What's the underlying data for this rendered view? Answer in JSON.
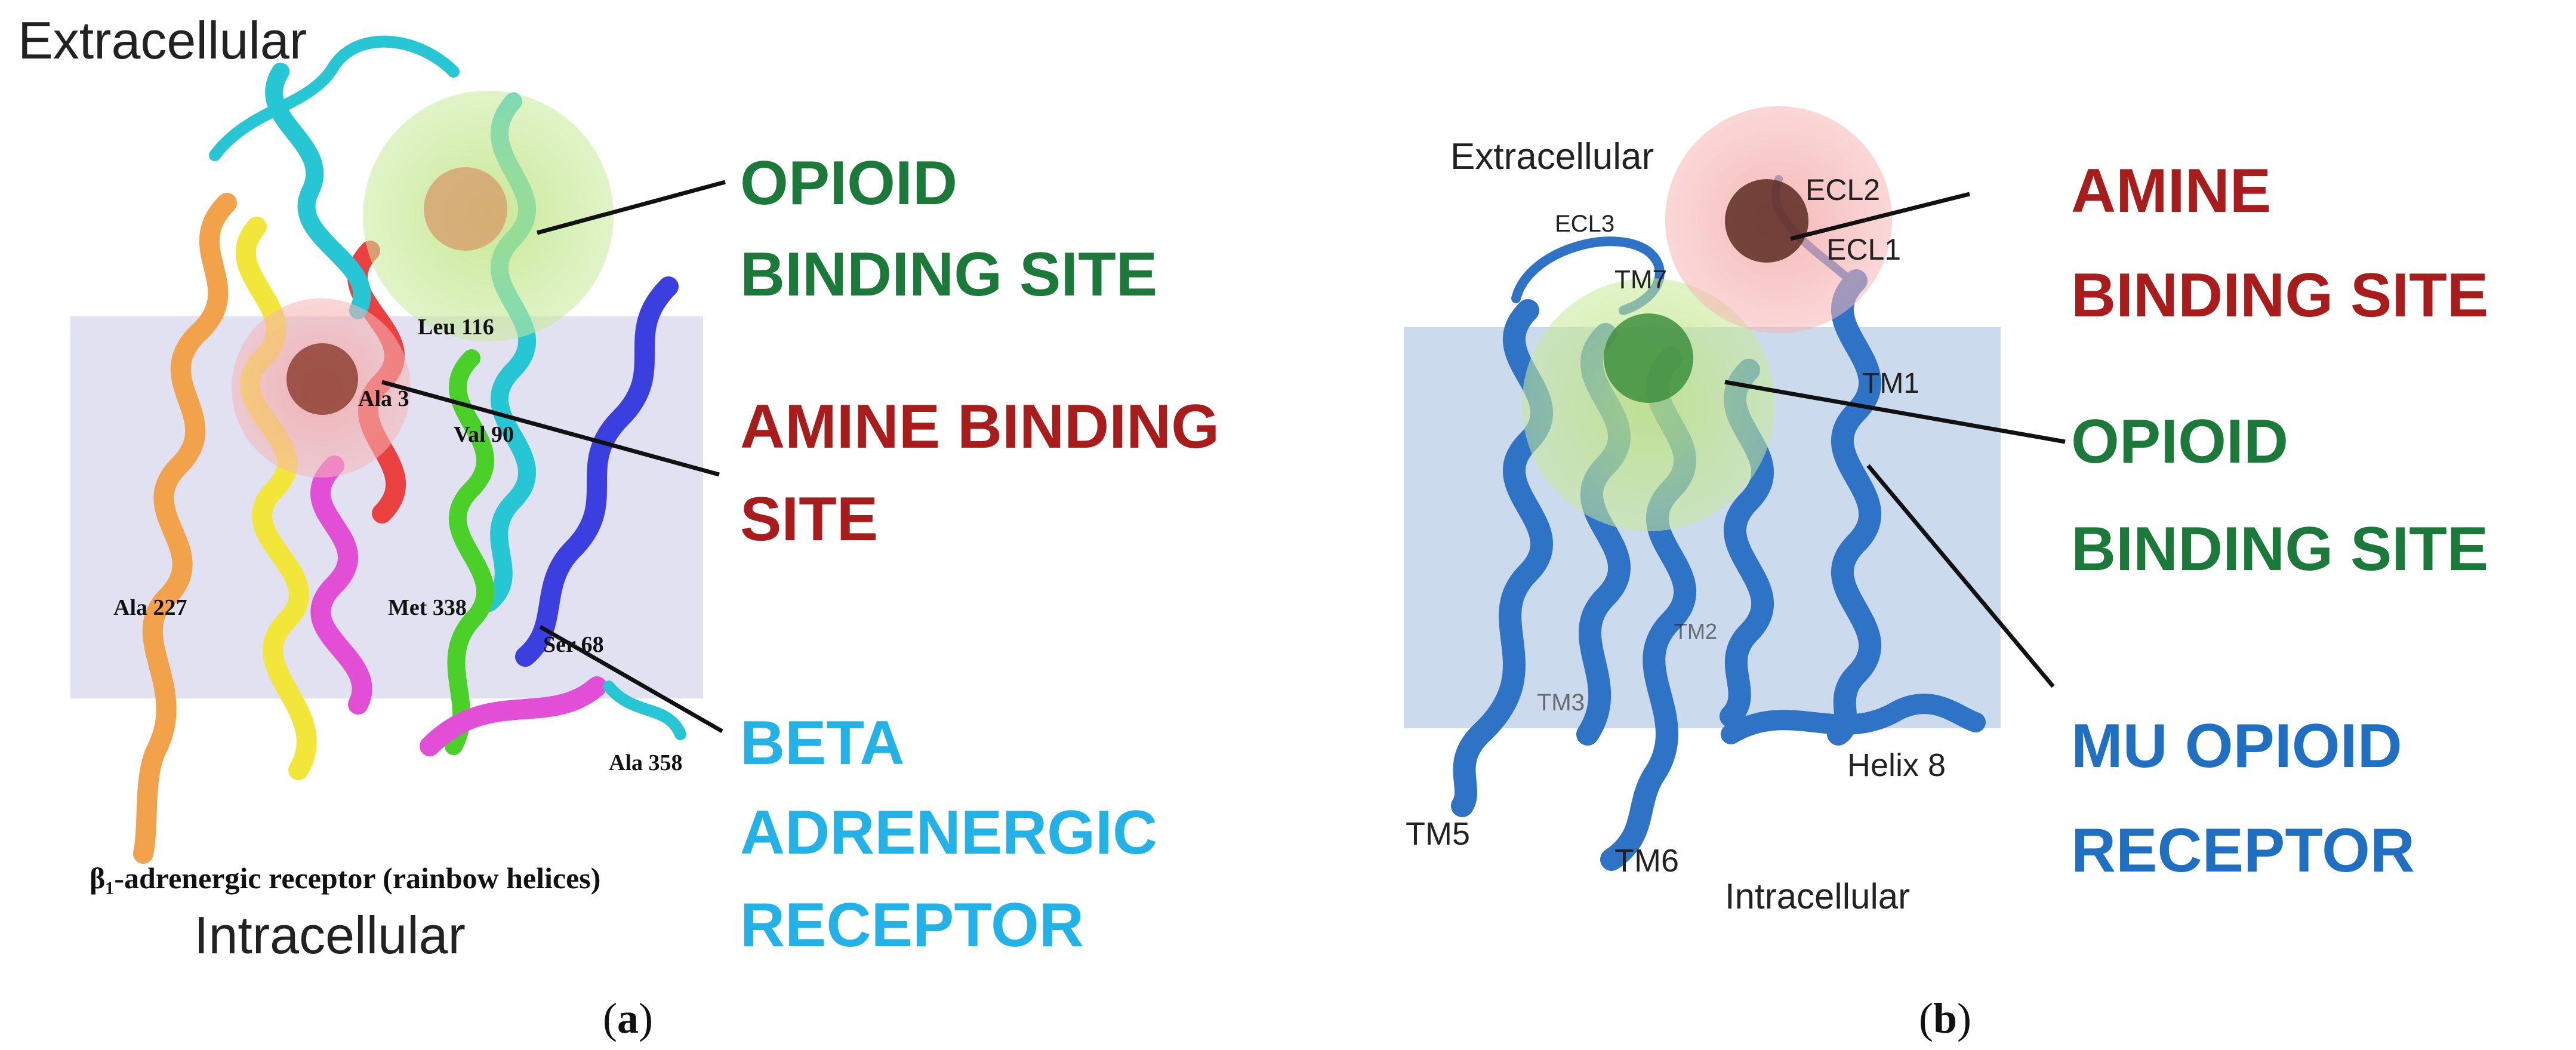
{
  "panel_a": {
    "extracellular": "Extracellular",
    "intracellular": "Intracellular",
    "caption": "β₁-adrenergic receptor (rainbow helices)",
    "residues": {
      "leu116": "Leu 116",
      "ala": "Ala 3",
      "val90": "Val 90",
      "ala227": "Ala 227",
      "met338": "Met 338",
      "ser68": "Ser 68",
      "ala358": "Ala 358"
    },
    "labels": {
      "opioid": [
        "OPIOID",
        "BINDING SITE"
      ],
      "amine": [
        "AMINE BINDING",
        "SITE"
      ],
      "beta": [
        "BETA",
        "ADRENERGIC",
        "RECEPTOR"
      ]
    },
    "panel_label": "(a)",
    "panel_letter": "a"
  },
  "panel_b": {
    "extracellular": "Extracellular",
    "intracellular": "Intracellular",
    "structure_labels": {
      "ecl3": "ECL3",
      "ecl2": "ECL2",
      "ecl1": "ECL1",
      "tm7": "TM7",
      "tm1": "TM1",
      "tm2": "TM2",
      "tm3": "TM3",
      "tm5": "TM5",
      "tm6": "TM6",
      "helix8": "Helix 8"
    },
    "labels": {
      "amine": [
        "AMINE",
        "BINDING SITE"
      ],
      "opioid": [
        "OPIOID",
        "BINDING SITE"
      ],
      "receptor": [
        "MU OPIOID",
        "RECEPTOR"
      ]
    },
    "panel_label": "(b)",
    "panel_letter": "b"
  },
  "colors": {
    "opioid_green": "#1b7a3a",
    "amine_red": "#a81c1c",
    "beta_blue": "#22b2e8",
    "mu_blue": "#1f6fc2"
  }
}
